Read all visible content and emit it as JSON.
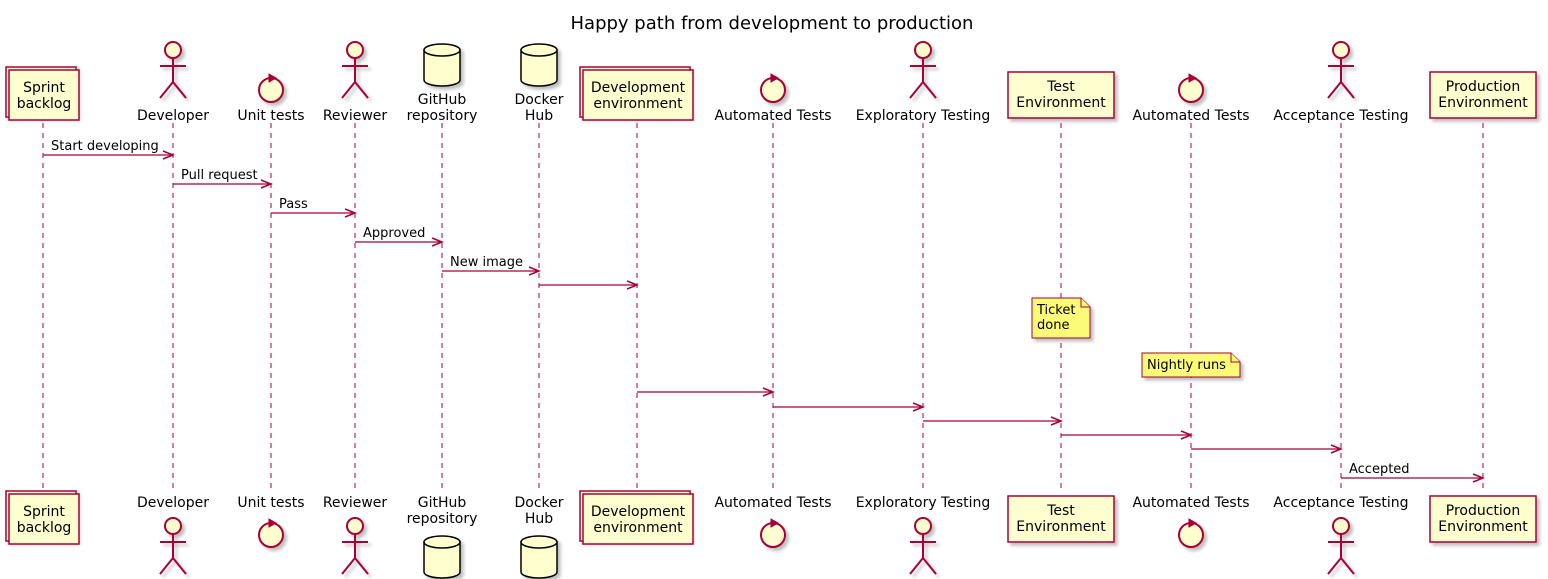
{
  "title": "Happy path from development to production",
  "participants": [
    {
      "id": "sprint",
      "kind": "collections",
      "lines": [
        "Sprint",
        "backlog"
      ]
    },
    {
      "id": "developer",
      "kind": "actor",
      "lines": [
        "Developer"
      ]
    },
    {
      "id": "unit",
      "kind": "control",
      "lines": [
        "Unit tests"
      ]
    },
    {
      "id": "reviewer",
      "kind": "actor",
      "lines": [
        "Reviewer"
      ]
    },
    {
      "id": "github",
      "kind": "database",
      "lines": [
        "GitHub",
        "repository"
      ]
    },
    {
      "id": "docker",
      "kind": "database",
      "lines": [
        "Docker",
        "Hub"
      ]
    },
    {
      "id": "devenv",
      "kind": "collections",
      "lines": [
        "Development",
        "environment"
      ]
    },
    {
      "id": "auto1",
      "kind": "control",
      "lines": [
        "Automated Tests"
      ]
    },
    {
      "id": "explore",
      "kind": "actor",
      "lines": [
        "Exploratory Testing"
      ]
    },
    {
      "id": "testenv",
      "kind": "participant",
      "lines": [
        "Test",
        "Environment"
      ]
    },
    {
      "id": "auto2",
      "kind": "control",
      "lines": [
        "Automated Tests"
      ]
    },
    {
      "id": "accept",
      "kind": "actor",
      "lines": [
        "Acceptance Testing"
      ]
    },
    {
      "id": "prodenv",
      "kind": "participant",
      "lines": [
        "Production",
        "Environment"
      ]
    }
  ],
  "messages": [
    {
      "from": "sprint",
      "to": "developer",
      "label": "Start developing"
    },
    {
      "from": "developer",
      "to": "unit",
      "label": "Pull request"
    },
    {
      "from": "unit",
      "to": "reviewer",
      "label": "Pass"
    },
    {
      "from": "reviewer",
      "to": "github",
      "label": "Approved"
    },
    {
      "from": "github",
      "to": "docker",
      "label": "New image"
    },
    {
      "from": "docker",
      "to": "devenv",
      "label": ""
    },
    {
      "from": "devenv",
      "to": "auto1",
      "label": ""
    },
    {
      "from": "auto1",
      "to": "explore",
      "label": ""
    },
    {
      "from": "explore",
      "to": "testenv",
      "label": ""
    },
    {
      "from": "testenv",
      "to": "auto2",
      "label": ""
    },
    {
      "from": "auto2",
      "to": "accept",
      "label": ""
    },
    {
      "from": "accept",
      "to": "prodenv",
      "label": "Accepted"
    }
  ],
  "notes": [
    {
      "over": "testenv",
      "lines": [
        "Ticket",
        "done"
      ]
    },
    {
      "over": "auto2",
      "lines": [
        "Nightly runs"
      ]
    }
  ],
  "colors": {
    "line": "#A80036",
    "box_fill": "#FEFECE",
    "note_fill": "#FBFB77",
    "text": "#000000"
  }
}
